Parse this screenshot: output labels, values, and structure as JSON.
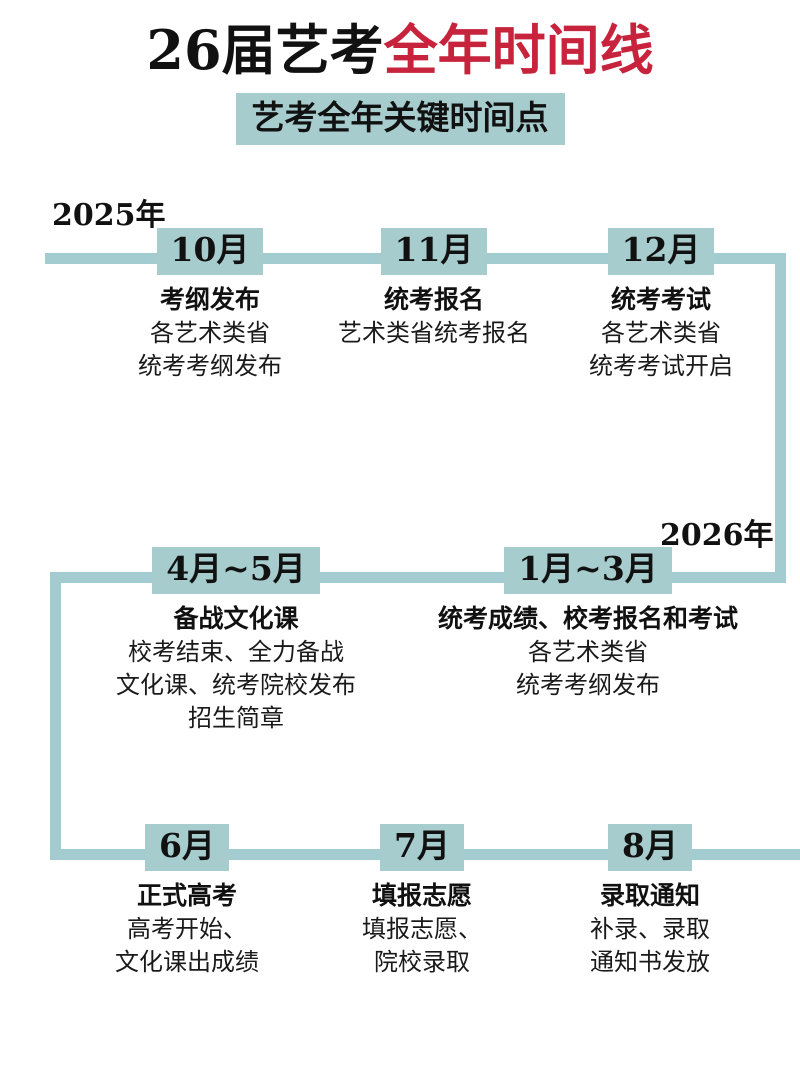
{
  "header": {
    "title_black": "26届艺考",
    "title_red": "全年时间线",
    "subtitle": "艺考全年关键时间点"
  },
  "colors": {
    "accent_teal": "#a6ccce",
    "rail_teal": "#a3ccd0",
    "title_red": "#c8233c",
    "text_black": "#111111",
    "background": "#ffffff"
  },
  "years": {
    "first": "2025年",
    "second": "2026年"
  },
  "timeline": {
    "rows": [
      {
        "row_label": "2025年",
        "nodes": [
          {
            "month": "10月",
            "title": "考纲发布",
            "desc": [
              "各艺术类省",
              "统考考纲发布"
            ]
          },
          {
            "month": "11月",
            "title": "统考报名",
            "desc": [
              "艺术类省统考报名"
            ]
          },
          {
            "month": "12月",
            "title": "统考考试",
            "desc": [
              "各艺术类省",
              "统考考试开启"
            ]
          }
        ]
      },
      {
        "row_label": "2026年",
        "nodes": [
          {
            "month": "4月~5月",
            "title": "备战文化课",
            "desc": [
              "校考结束、全力备战",
              "文化课、统考院校发布",
              "招生简章"
            ]
          },
          {
            "month": "1月~3月",
            "title": "统考成绩、校考报名和考试",
            "desc": [
              "各艺术类省",
              "统考考纲发布"
            ]
          }
        ]
      },
      {
        "row_label": "",
        "nodes": [
          {
            "month": "6月",
            "title": "正式高考",
            "desc": [
              "高考开始、",
              "文化课出成绩"
            ]
          },
          {
            "month": "7月",
            "title": "填报志愿",
            "desc": [
              "填报志愿、",
              "院校录取"
            ]
          },
          {
            "month": "8月",
            "title": "录取通知",
            "desc": [
              "补录、录取",
              "通知书发放"
            ]
          }
        ]
      }
    ]
  }
}
